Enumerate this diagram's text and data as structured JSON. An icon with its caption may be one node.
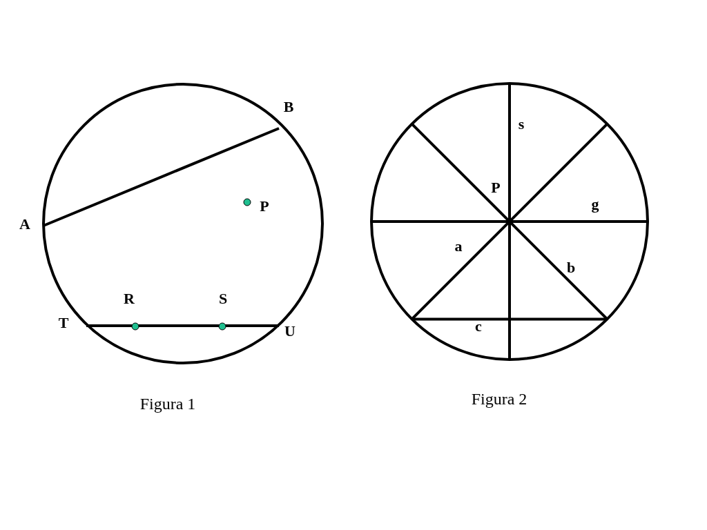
{
  "diagram": {
    "nodes": [
      {
        "text": [],
        "shape": "circle",
        "beside": [
          "Figura 1"
        ]
      },
      {
        "text": [],
        "shape": "circle",
        "beside": [
          "Figura 2"
        ]
      }
    ],
    "labels": [
      "B",
      "A",
      "P",
      "R",
      "S",
      "T",
      "U",
      "s",
      "P",
      "g",
      "a",
      "b",
      "c"
    ]
  }
}
